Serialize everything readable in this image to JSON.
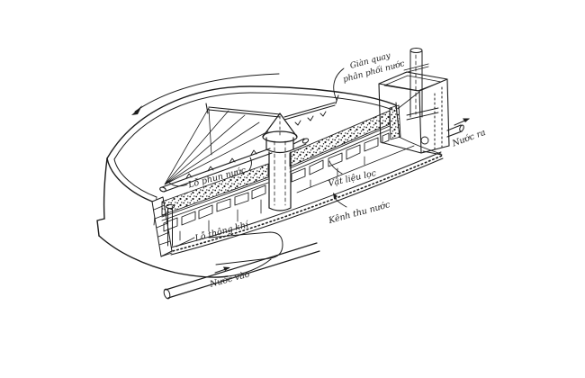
{
  "diagram": {
    "colors": {
      "ink": "#1c1c1c",
      "background": "#ffffff"
    },
    "labels": {
      "distributor_line1": "Giàn quay",
      "distributor_line2": "phân phối nước",
      "spray_holes": "Lỗ phun nước",
      "filter_media": "Vật liệu lọc",
      "air_vent": "Lỗ thông khí",
      "collection_channel": "Kênh thu nước",
      "water_out": "Nước ra",
      "water_in": "Nước vào"
    }
  }
}
